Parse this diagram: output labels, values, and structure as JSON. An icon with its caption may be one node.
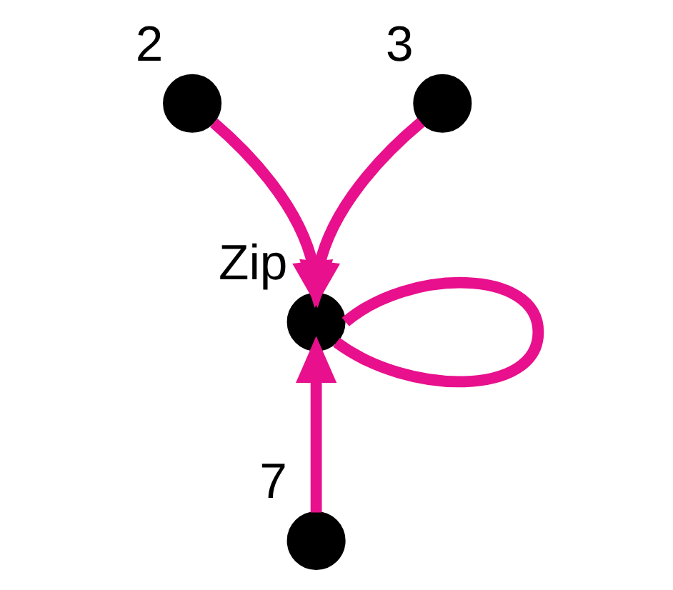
{
  "diagram": {
    "nodes": [
      {
        "text": [],
        "shape": "circle",
        "beside": [
          "2"
        ]
      },
      {
        "text": [],
        "shape": "circle",
        "beside": [
          "3"
        ]
      },
      {
        "text": [],
        "shape": "circle",
        "beside": [
          "Zip"
        ]
      },
      {
        "text": [],
        "shape": "circle",
        "beside": [
          "7"
        ]
      }
    ],
    "edges": [
      {
        "from": 0,
        "to": 2,
        "arrow": "to"
      },
      {
        "from": 1,
        "to": 2,
        "arrow": "to"
      },
      {
        "from": 3,
        "to": 2,
        "arrow": "to"
      },
      {
        "from": 2,
        "to": 2,
        "arrow": "none"
      }
    ]
  }
}
